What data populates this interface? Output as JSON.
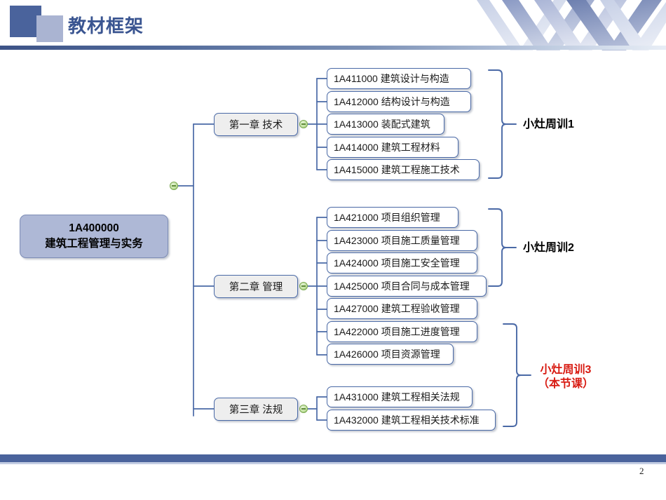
{
  "slide": {
    "title": "教材框架",
    "page_number": "2",
    "accent_color": "#4a639c",
    "title_color": "#3a5591",
    "highlight_color": "#d81b12"
  },
  "mindmap": {
    "root": {
      "code": "1A400000",
      "name": "建筑工程管理与实务",
      "fill_color": "#aeb8d6"
    },
    "chapters": [
      {
        "label": "第一章 技术",
        "items": [
          "1A411000 建筑设计与构造",
          "1A412000 结构设计与构造",
          "1A413000 装配式建筑",
          "1A414000 建筑工程材料",
          "1A415000 建筑工程施工技术"
        ]
      },
      {
        "label": "第二章 管理",
        "items": [
          "1A421000 项目组织管理",
          "1A423000 项目施工质量管理",
          "1A424000 项目施工安全管理",
          "1A425000 项目合同与成本管理",
          "1A427000 建筑工程验收管理",
          "1A422000 项目施工进度管理",
          "1A426000 项目资源管理"
        ]
      },
      {
        "label": "第三章 法规",
        "items": [
          "1A431000 建筑工程相关法规",
          "1A432000 建筑工程相关技术标准"
        ]
      }
    ],
    "groups": [
      {
        "label": "小灶周训1",
        "sub_label": ""
      },
      {
        "label": "小灶周训2",
        "sub_label": ""
      },
      {
        "label": "小灶周训3",
        "sub_label": "（本节课）"
      }
    ]
  },
  "icons": {
    "collapse": "collapse-minus-icon",
    "chevron_decor": "chevron-decoration-icon"
  }
}
